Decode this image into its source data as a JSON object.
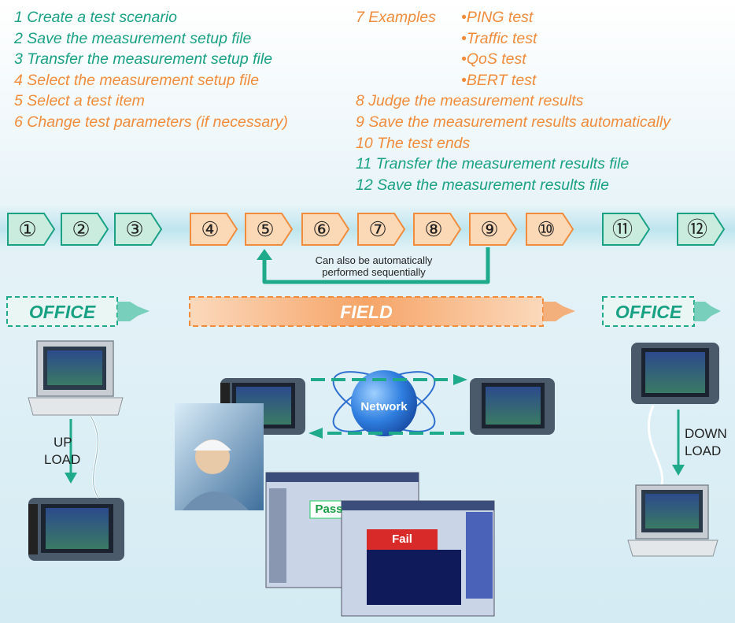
{
  "steps_left": [
    {
      "text": "1 Create a test scenario",
      "color": "green"
    },
    {
      "text": "2 Save the measurement setup file",
      "color": "green"
    },
    {
      "text": "3 Transfer the measurement setup file",
      "color": "green"
    },
    {
      "text": "4 Select the measurement setup file",
      "color": "orange"
    },
    {
      "text": "5 Select a test item",
      "color": "orange"
    },
    {
      "text": "6 Change test parameters (if necessary)",
      "color": "orange"
    }
  ],
  "steps_right": [
    {
      "text": "7 Examples",
      "color": "orange"
    },
    {
      "text": "",
      "color": "orange"
    },
    {
      "text": "",
      "color": "orange"
    },
    {
      "text": "",
      "color": "orange"
    },
    {
      "text": "8 Judge the measurement results",
      "color": "orange"
    },
    {
      "text": "9 Save the measurement results automatically",
      "color": "orange"
    },
    {
      "text": "10 The test ends",
      "color": "orange"
    },
    {
      "text": "11 Transfer the measurement results file",
      "color": "green"
    },
    {
      "text": "12 Save the measurement results file",
      "color": "green"
    }
  ],
  "examples": [
    "•PING test",
    "•Traffic test",
    "•QoS test",
    "•BERT test"
  ],
  "chevrons": [
    {
      "label": "①",
      "color": "green"
    },
    {
      "label": "②",
      "color": "green"
    },
    {
      "label": "③",
      "color": "green"
    },
    {
      "label": "④",
      "color": "orange"
    },
    {
      "label": "⑤",
      "color": "orange"
    },
    {
      "label": "⑥",
      "color": "orange"
    },
    {
      "label": "⑦",
      "color": "orange"
    },
    {
      "label": "⑧",
      "color": "orange"
    },
    {
      "label": "⑨",
      "color": "orange"
    },
    {
      "label": "⑩",
      "color": "orange"
    },
    {
      "label": "⑪",
      "color": "green"
    },
    {
      "label": "⑫",
      "color": "green"
    }
  ],
  "loop_text": {
    "line1": "Can also be automatically",
    "line2": "performed sequentially"
  },
  "zones": {
    "office_left": "OFFICE",
    "field": "FIELD",
    "office_right": "OFFICE"
  },
  "network_label": "Network",
  "upload": {
    "line1": "UP",
    "line2": "LOAD"
  },
  "download": {
    "line1": "DOWN",
    "line2": "LOAD"
  },
  "screens": {
    "pass": "Pass",
    "fail": "Fail"
  },
  "colors": {
    "green": "#19a184",
    "orange": "#f08c3c",
    "chev_green_fill": "#c9ecdf",
    "chev_orange_fill": "#fbd8b6"
  }
}
